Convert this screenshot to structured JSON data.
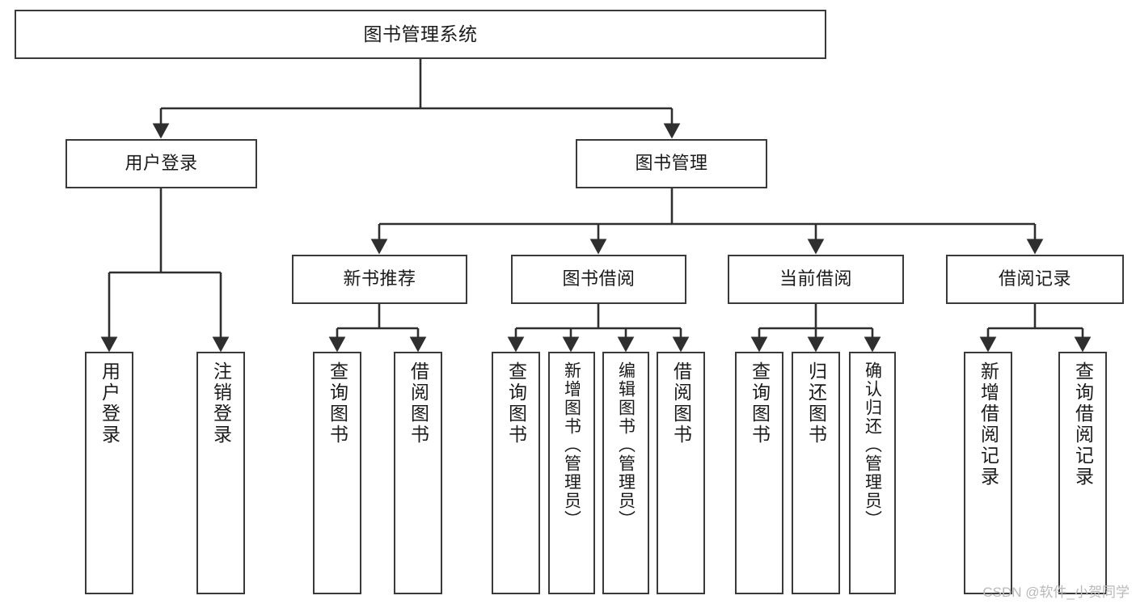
{
  "diagram": {
    "type": "tree-hierarchy-diagram",
    "title": "图书管理系统",
    "watermark": "CSDN @软件_小贺同学",
    "colors": {
      "box_stroke": "#3a3a3a",
      "box_fill": "#ffffff",
      "connector": "#2f2f2f",
      "text": "#1b1b1b",
      "watermark": "#b9b9b9"
    },
    "nodes": {
      "root": {
        "label": "图书管理系统"
      },
      "level2": [
        {
          "label": "用户登录"
        },
        {
          "label": "图书管理"
        }
      ],
      "level3": [
        {
          "label": "新书推荐"
        },
        {
          "label": "图书借阅"
        },
        {
          "label": "当前借阅"
        },
        {
          "label": "借阅记录"
        }
      ],
      "leaves": {
        "user_login": [
          {
            "label": "用户登录"
          },
          {
            "label": "注销登录"
          }
        ],
        "new_book_recommend": [
          {
            "label": "查询图书"
          },
          {
            "label": "借阅图书"
          }
        ],
        "book_borrow": [
          {
            "label": "查询图书"
          },
          {
            "label": "新增图书（管理员）"
          },
          {
            "label": "编辑图书（管理员）"
          },
          {
            "label": "借阅图书"
          }
        ],
        "current_borrow": [
          {
            "label": "查询图书"
          },
          {
            "label": "归还图书"
          },
          {
            "label": "确认归还（管理员）"
          }
        ],
        "borrow_record": [
          {
            "label": "新增借阅记录"
          },
          {
            "label": "查询借阅记录"
          }
        ]
      }
    }
  }
}
